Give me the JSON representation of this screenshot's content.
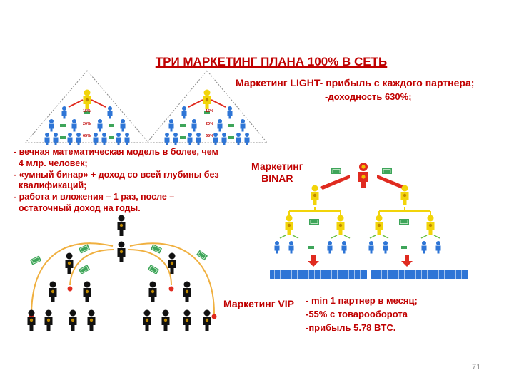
{
  "slide": {
    "title": "ТРИ МАРКЕТИНГ ПЛАНА 100% В СЕТЬ",
    "light": {
      "heading": "Маркетинг LIGHT- прибыль с каждого партнера;",
      "line2": "-доходность 630%;"
    },
    "bullets": [
      "- вечная математическая модель в более, чем",
      "  4 млр. человек;",
      "- «умный бинар» + доход со всей глубины без",
      "  квалификаций;",
      "- работа и вложения – 1 раз, после –",
      "  остаточный доход на годы."
    ],
    "binar": {
      "line1": "Маркетинг",
      "line2": "BINAR"
    },
    "vip": {
      "heading": "Маркетинг VIP",
      "items": [
        "- min 1 партнер в месяц;",
        "-55% с товарооборота",
        "-прибыль 5.78 BTC."
      ]
    },
    "pyramid_percents": [
      "15%",
      "20%",
      "65%"
    ],
    "page_number": "71"
  },
  "colors": {
    "accent_red": "#c00000",
    "person_blue": "#2e75d6",
    "person_yellow": "#f2d40a",
    "person_red": "#e02b20",
    "person_black": "#111111",
    "arrow_green": "#6abf40",
    "money_green": "#3ea55a",
    "arc_orange": "#f0b040"
  }
}
